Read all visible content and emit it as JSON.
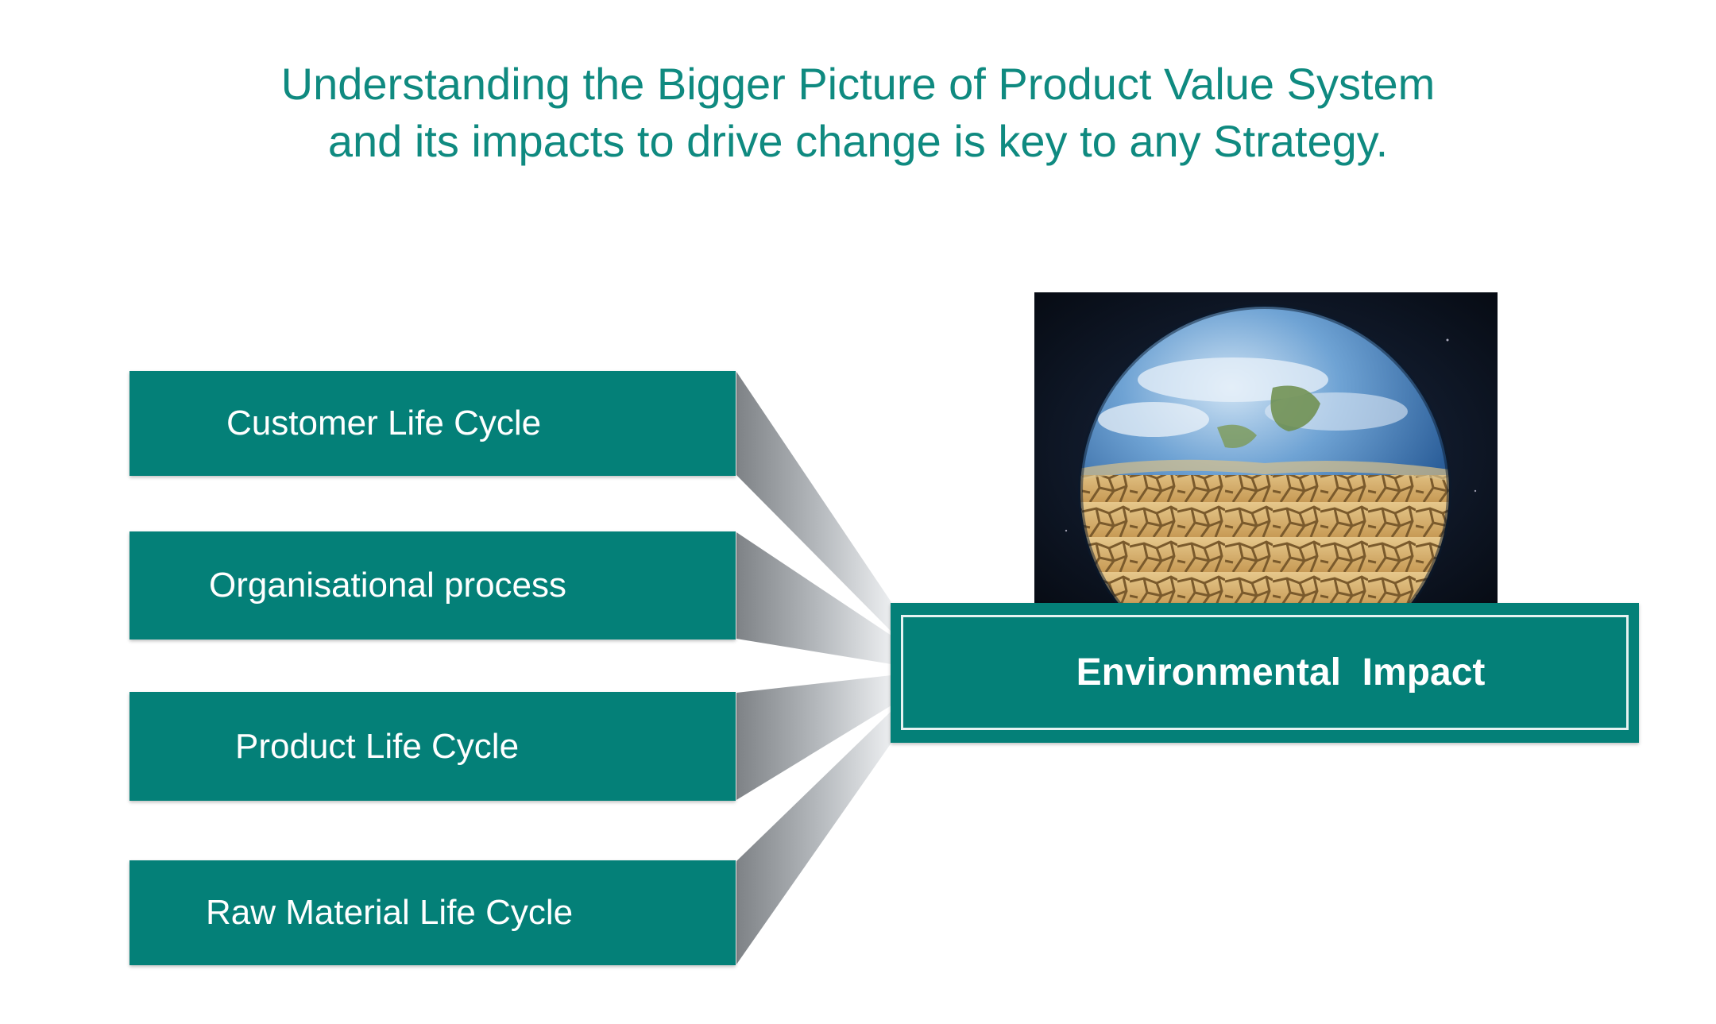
{
  "headline": {
    "line1": "Understanding the Bigger Picture of Product Value System",
    "line2": "and its impacts to drive change is key to any Strategy."
  },
  "stages": [
    {
      "label": "Customer Life Cycle"
    },
    {
      "label": "Organisational process"
    },
    {
      "label": "Product Life Cycle"
    },
    {
      "label": "Raw Material Life Cycle"
    }
  ],
  "target": {
    "label": "Environmental  Impact"
  },
  "colors": {
    "teal_box": "#048078",
    "headline_text": "#0f8a80",
    "box_text": "#ffffff"
  },
  "icons": {
    "globe": "cracked-earth-globe-image"
  }
}
